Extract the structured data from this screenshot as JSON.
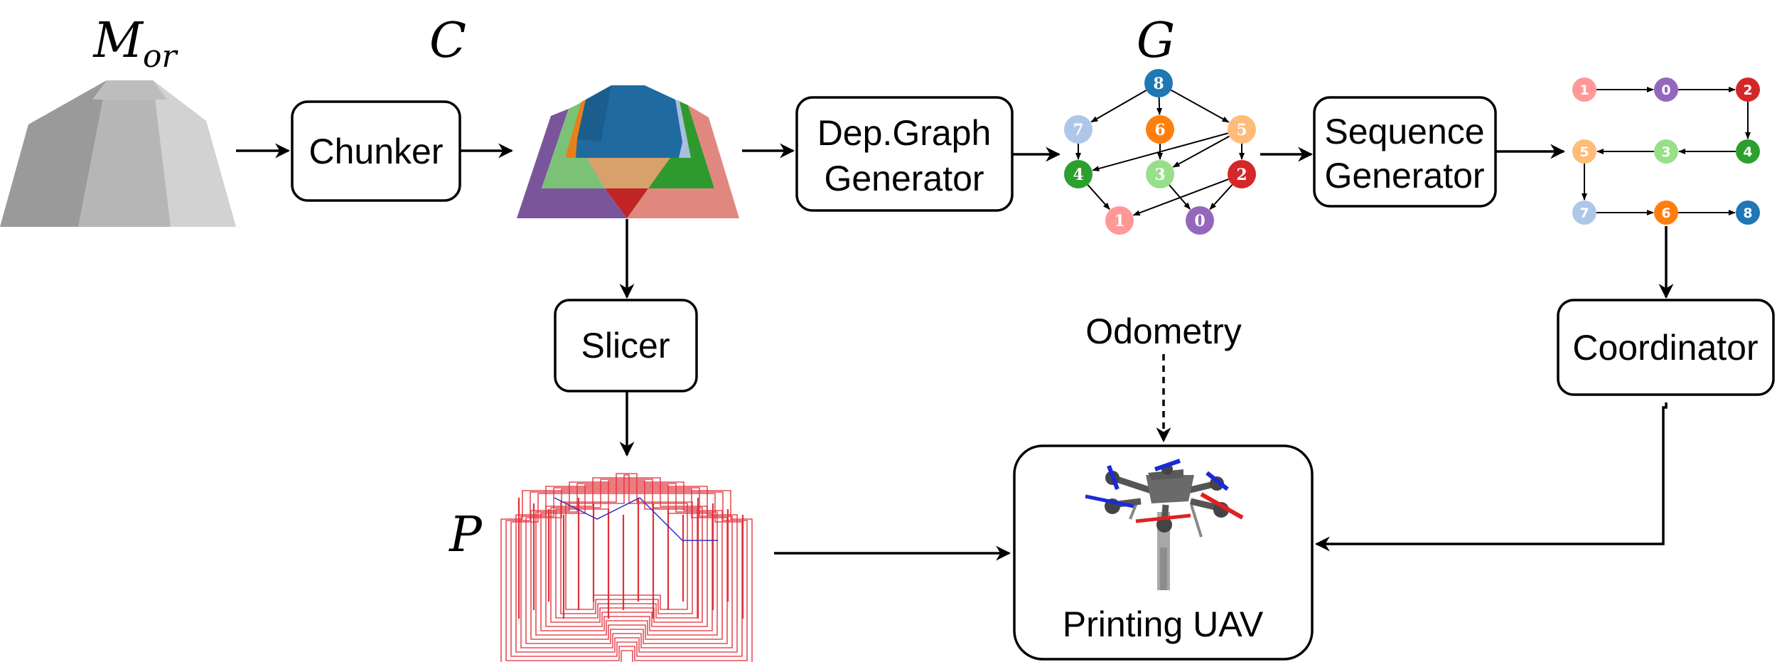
{
  "labels": {
    "model": "M",
    "model_sub": "or",
    "chunks": "C",
    "graph": "G",
    "toolpath": "P"
  },
  "boxes": {
    "chunker": "Chunker",
    "dep_graph_line1": "Dep.Graph",
    "dep_graph_line2": "Generator",
    "sequence_line1": "Sequence",
    "sequence_line2": "Generator",
    "slicer": "Slicer",
    "coordinator": "Coordinator",
    "printing_uav": "Printing UAV"
  },
  "odometry": "Odometry",
  "node_colors": {
    "0": "#9467bd",
    "1": "#ff9896",
    "2": "#d62728",
    "3": "#98df8a",
    "4": "#2ca02c",
    "5": "#ffbb78",
    "6": "#ff7f0e",
    "7": "#aec7e8",
    "8": "#1f77b4"
  },
  "dependency_graph": {
    "nodes": [
      "8",
      "7",
      "6",
      "5",
      "4",
      "3",
      "2",
      "1",
      "0"
    ],
    "edges": [
      [
        "8",
        "7"
      ],
      [
        "8",
        "6"
      ],
      [
        "8",
        "5"
      ],
      [
        "7",
        "4"
      ],
      [
        "6",
        "3"
      ],
      [
        "5",
        "4"
      ],
      [
        "5",
        "3"
      ],
      [
        "5",
        "2"
      ],
      [
        "4",
        "1"
      ],
      [
        "3",
        "0"
      ],
      [
        "2",
        "1"
      ],
      [
        "2",
        "0"
      ]
    ]
  },
  "sequence": [
    "1",
    "0",
    "2",
    "4",
    "3",
    "5",
    "7",
    "6",
    "8"
  ],
  "chunk_colors": {
    "purple": "#7b559c",
    "pink": "#e08880",
    "red": "#c02424",
    "light_green": "#7cc276",
    "dark_green": "#2e9a2e",
    "tan": "#d8a06a",
    "orange": "#e8801a",
    "light_blue": "#a8bede",
    "blue": "#1f6aa0"
  },
  "toolpath_color": "#e0303a"
}
